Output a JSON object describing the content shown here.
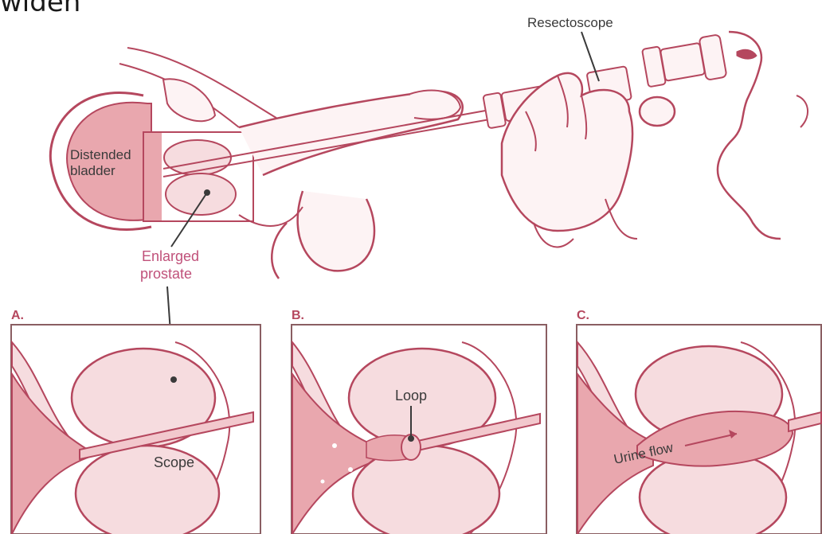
{
  "header_fragment": "widen",
  "labels": {
    "resectoscope": "Resectoscope",
    "distended": "Distended",
    "bladder": "bladder",
    "enlarged": "Enlarged",
    "prostate": "prostate",
    "loop": "Loop",
    "scope": "Scope",
    "urine_flow": "Urine flow"
  },
  "panels": [
    {
      "letter": "A."
    },
    {
      "letter": "B."
    },
    {
      "letter": "C."
    }
  ],
  "colors": {
    "line": "#b5475e",
    "fill_pink": "#e9a7ae",
    "fill_light": "#f6dcdf",
    "label_dark": "#3a3a3a",
    "label_pink": "#c0517a",
    "panel_border": "#8a5e62"
  }
}
